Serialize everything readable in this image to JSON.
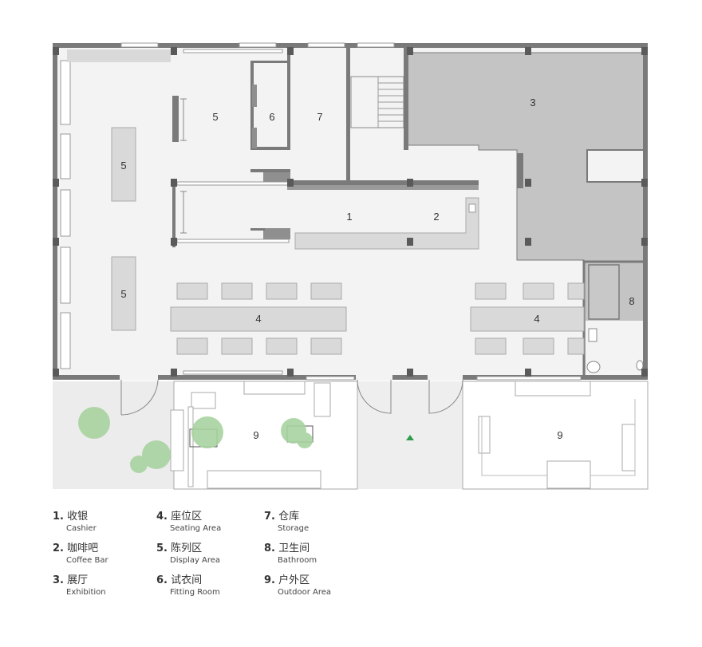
{
  "plan": {
    "colors": {
      "wall": "#7a7a7a",
      "floor": "#f2f2f2",
      "exhibition": "#c4c4c4",
      "furniture": "#d9d9d9",
      "outdoor": "#ededed",
      "tree": "#a8d3a0",
      "entrance_marker": "#2e9d4b"
    },
    "area_numbers": [
      {
        "id": "a5-top",
        "text": "5"
      },
      {
        "id": "a6",
        "text": "6"
      },
      {
        "id": "a7",
        "text": "7"
      },
      {
        "id": "a3",
        "text": "3"
      },
      {
        "id": "a5-left-top",
        "text": "5"
      },
      {
        "id": "a1",
        "text": "1"
      },
      {
        "id": "a2",
        "text": "2"
      },
      {
        "id": "a5-left-bottom",
        "text": "5"
      },
      {
        "id": "a8",
        "text": "8"
      },
      {
        "id": "a4-left",
        "text": "4"
      },
      {
        "id": "a4-right",
        "text": "4"
      },
      {
        "id": "a9-left",
        "text": "9"
      },
      {
        "id": "a9-right",
        "text": "9"
      }
    ]
  },
  "legend": [
    {
      "num": "1.",
      "cn": "收银",
      "en": "Cashier"
    },
    {
      "num": "2.",
      "cn": "咖啡吧",
      "en": "Coffee Bar"
    },
    {
      "num": "3.",
      "cn": "展厅",
      "en": "Exhibition"
    },
    {
      "num": "4.",
      "cn": "座位区",
      "en": "Seating Area"
    },
    {
      "num": "5.",
      "cn": "陈列区",
      "en": "Display Area"
    },
    {
      "num": "6.",
      "cn": "试衣间",
      "en": "Fitting Room"
    },
    {
      "num": "7.",
      "cn": "仓库",
      "en": "Storage"
    },
    {
      "num": "8.",
      "cn": "卫生间",
      "en": "Bathroom"
    },
    {
      "num": "9.",
      "cn": "户外区",
      "en": "Outdoor Area"
    }
  ]
}
